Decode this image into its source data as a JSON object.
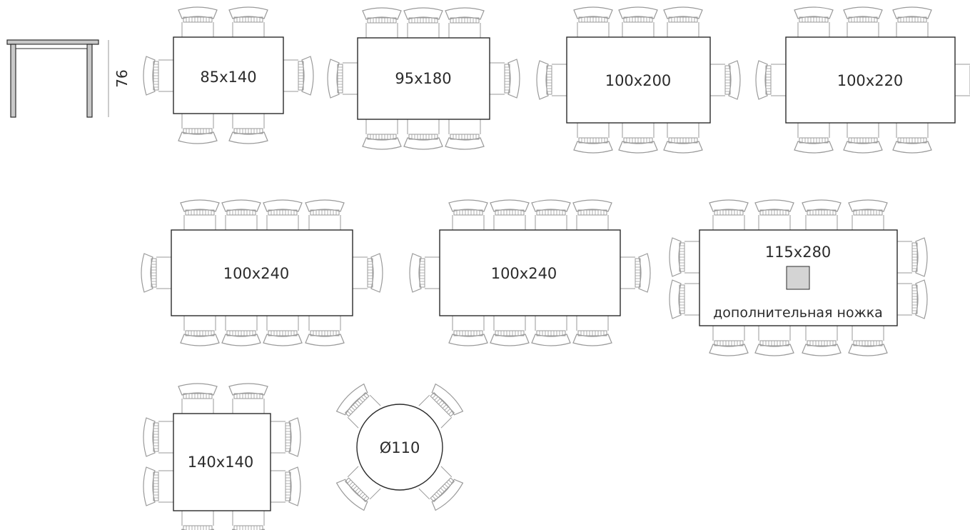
{
  "side_view": {
    "height_label": "76"
  },
  "tables": [
    {
      "id": "t1",
      "shape": "rect",
      "size_label": "85x140",
      "chairs_long_side": 2,
      "chairs_short_side": 1
    },
    {
      "id": "t2",
      "shape": "rect",
      "size_label": "95x180",
      "chairs_long_side": 3,
      "chairs_short_side": 1
    },
    {
      "id": "t3",
      "shape": "rect",
      "size_label": "100x200",
      "chairs_long_side": 3,
      "chairs_short_side": 1
    },
    {
      "id": "t4",
      "shape": "rect",
      "size_label": "100x220",
      "chairs_long_side": 3,
      "chairs_short_side": 1
    },
    {
      "id": "t5",
      "shape": "rect",
      "size_label": "100x240",
      "chairs_long_side": 4,
      "chairs_short_side": 1
    },
    {
      "id": "t6",
      "shape": "rect",
      "size_label": "100x240",
      "chairs_long_side": 4,
      "chairs_short_side": 1
    },
    {
      "id": "t7",
      "shape": "rect",
      "size_label": "115x280",
      "chairs_long_side": 4,
      "chairs_short_side": 2,
      "extra_leg": true,
      "note": "дополнительная ножка"
    },
    {
      "id": "t8",
      "shape": "square",
      "size_label": "140x140",
      "chairs_long_side": 2,
      "chairs_short_side": 2
    },
    {
      "id": "t9",
      "shape": "round",
      "size_label": "Ø110",
      "chairs_total": 4
    }
  ],
  "colors": {
    "line": "#2b2b2b",
    "chair": "#9a9a9a",
    "leg_fill": "#d4d4d4",
    "frame_fill": "#c8c8c8"
  }
}
